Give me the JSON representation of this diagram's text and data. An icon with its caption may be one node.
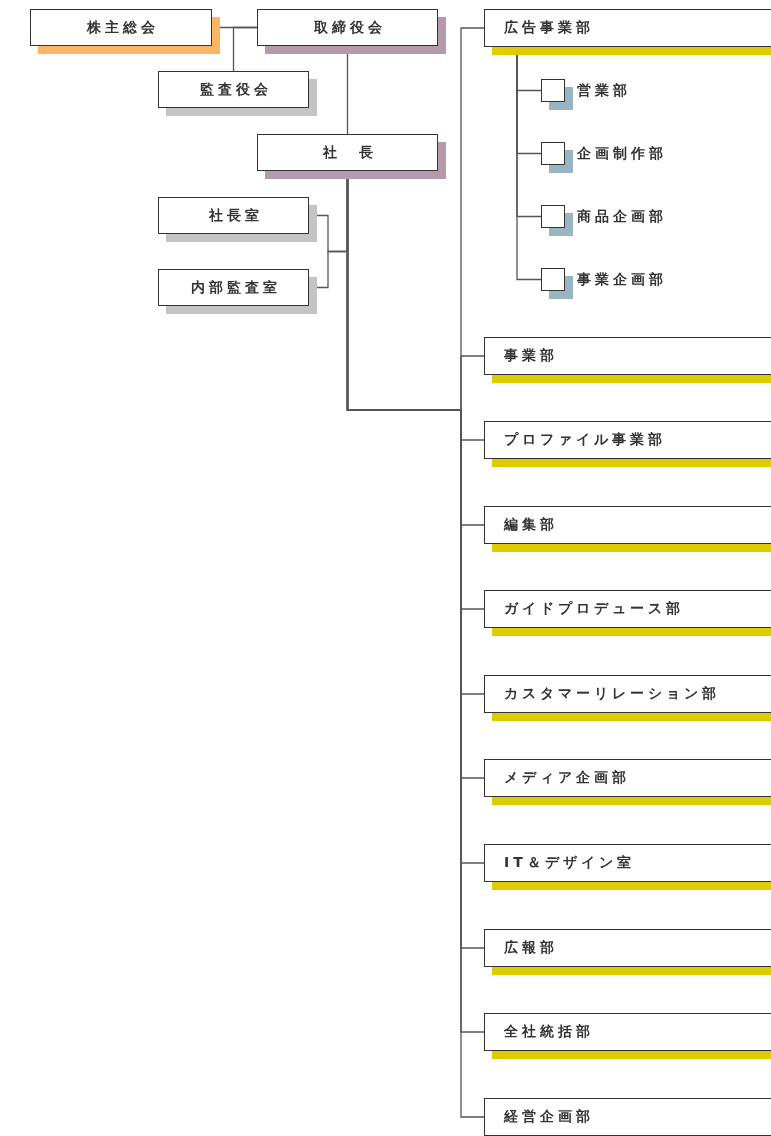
{
  "diagram": {
    "nodes": [
      {
        "text": [
          "株主総会"
        ]
      },
      {
        "text": [
          "取締役会"
        ]
      },
      {
        "text": [
          "監査役会"
        ]
      },
      {
        "text": [
          "社　長"
        ]
      },
      {
        "text": [
          "社長室"
        ]
      },
      {
        "text": [
          "内部監査室"
        ]
      },
      {
        "text": [
          "広告事業部"
        ]
      },
      {
        "text": [],
        "shape": "box",
        "beside": [
          "営業部"
        ]
      },
      {
        "text": [],
        "shape": "box",
        "beside": [
          "企画制作部"
        ]
      },
      {
        "text": [],
        "shape": "box",
        "beside": [
          "商品企画部"
        ]
      },
      {
        "text": [],
        "shape": "box",
        "beside": [
          "事業企画部"
        ]
      },
      {
        "text": [
          "事業部"
        ]
      },
      {
        "text": [
          "プロファイル事業部"
        ]
      },
      {
        "text": [
          "編集部"
        ]
      },
      {
        "text": [
          "ガイドプロデュース部"
        ]
      },
      {
        "text": [
          "カスタマーリレーション部"
        ]
      },
      {
        "text": [
          "メディア企画部"
        ]
      },
      {
        "text": [
          "IT＆デザイン室"
        ]
      },
      {
        "text": [
          "広報部"
        ]
      },
      {
        "text": [
          "全社統括部"
        ]
      },
      {
        "text": [
          "経営企画部"
        ]
      }
    ],
    "edges": [
      {
        "from": 0,
        "to": 1,
        "arrow": "none"
      },
      {
        "from": 1,
        "to": 2,
        "arrow": "none"
      },
      {
        "from": 1,
        "to": 3,
        "arrow": "none"
      },
      {
        "from": 3,
        "to": 4,
        "arrow": "none"
      },
      {
        "from": 3,
        "to": 5,
        "arrow": "none"
      },
      {
        "from": 3,
        "to": 6,
        "arrow": "none"
      },
      {
        "from": 6,
        "to": 7,
        "arrow": "none"
      },
      {
        "from": 6,
        "to": 8,
        "arrow": "none"
      },
      {
        "from": 6,
        "to": 9,
        "arrow": "none"
      },
      {
        "from": 6,
        "to": 10,
        "arrow": "none"
      },
      {
        "from": 3,
        "to": 11,
        "arrow": "none"
      },
      {
        "from": 3,
        "to": 12,
        "arrow": "none"
      },
      {
        "from": 3,
        "to": 13,
        "arrow": "none"
      },
      {
        "from": 3,
        "to": 14,
        "arrow": "none"
      },
      {
        "from": 3,
        "to": 15,
        "arrow": "none"
      },
      {
        "from": 3,
        "to": 16,
        "arrow": "none"
      },
      {
        "from": 3,
        "to": 17,
        "arrow": "none"
      },
      {
        "from": 3,
        "to": 18,
        "arrow": "none"
      },
      {
        "from": 3,
        "to": 19,
        "arrow": "none"
      },
      {
        "from": 3,
        "to": 20,
        "arrow": "none"
      }
    ]
  }
}
